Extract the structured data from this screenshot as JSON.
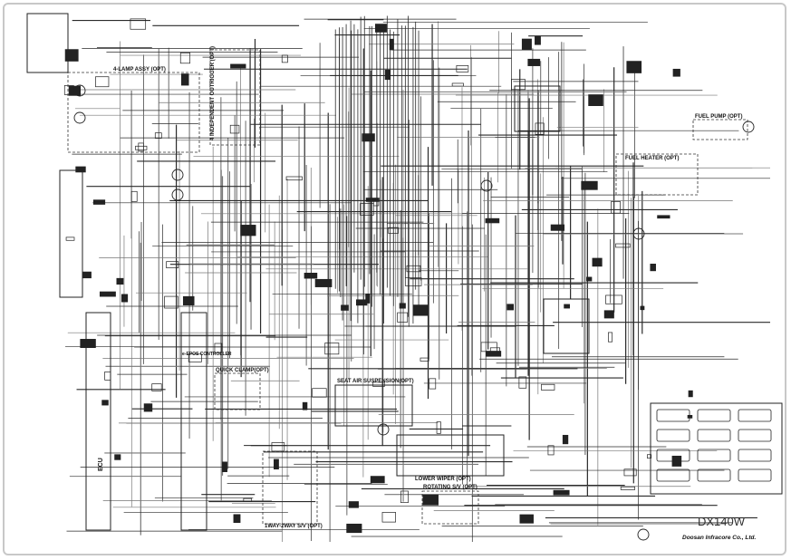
{
  "diagram": {
    "model": "DX140W",
    "manufacturer": "Doosan Infracore Co., Ltd.",
    "sections": {
      "four_lamp": "4-LAMP ASSY (OPT)",
      "outrigger": "4 INDEPENDENT OUTRIGGER (OPT)",
      "ecu": "ECU",
      "epos": "e-EPOS CONTROLLER",
      "quick_clamp": "QUICK CLAMP(OPT)",
      "seat_air": "SEAT AIR SUSPENSION(OPT)",
      "lower_wiper": "LOWER WIPER (OPT)",
      "rotating": "ROTATING S/V (OPT)",
      "oneway_twoway": "1WAY-2WAY S/V (OPT)",
      "fuel_heater": "FUEL HEATER (OPT)",
      "fuel_pump": "FUEL PUMP (OPT)"
    },
    "colors": {
      "wire": "#2a2a2a",
      "wire_light": "#777777",
      "frame": "#c8c8c8"
    }
  }
}
